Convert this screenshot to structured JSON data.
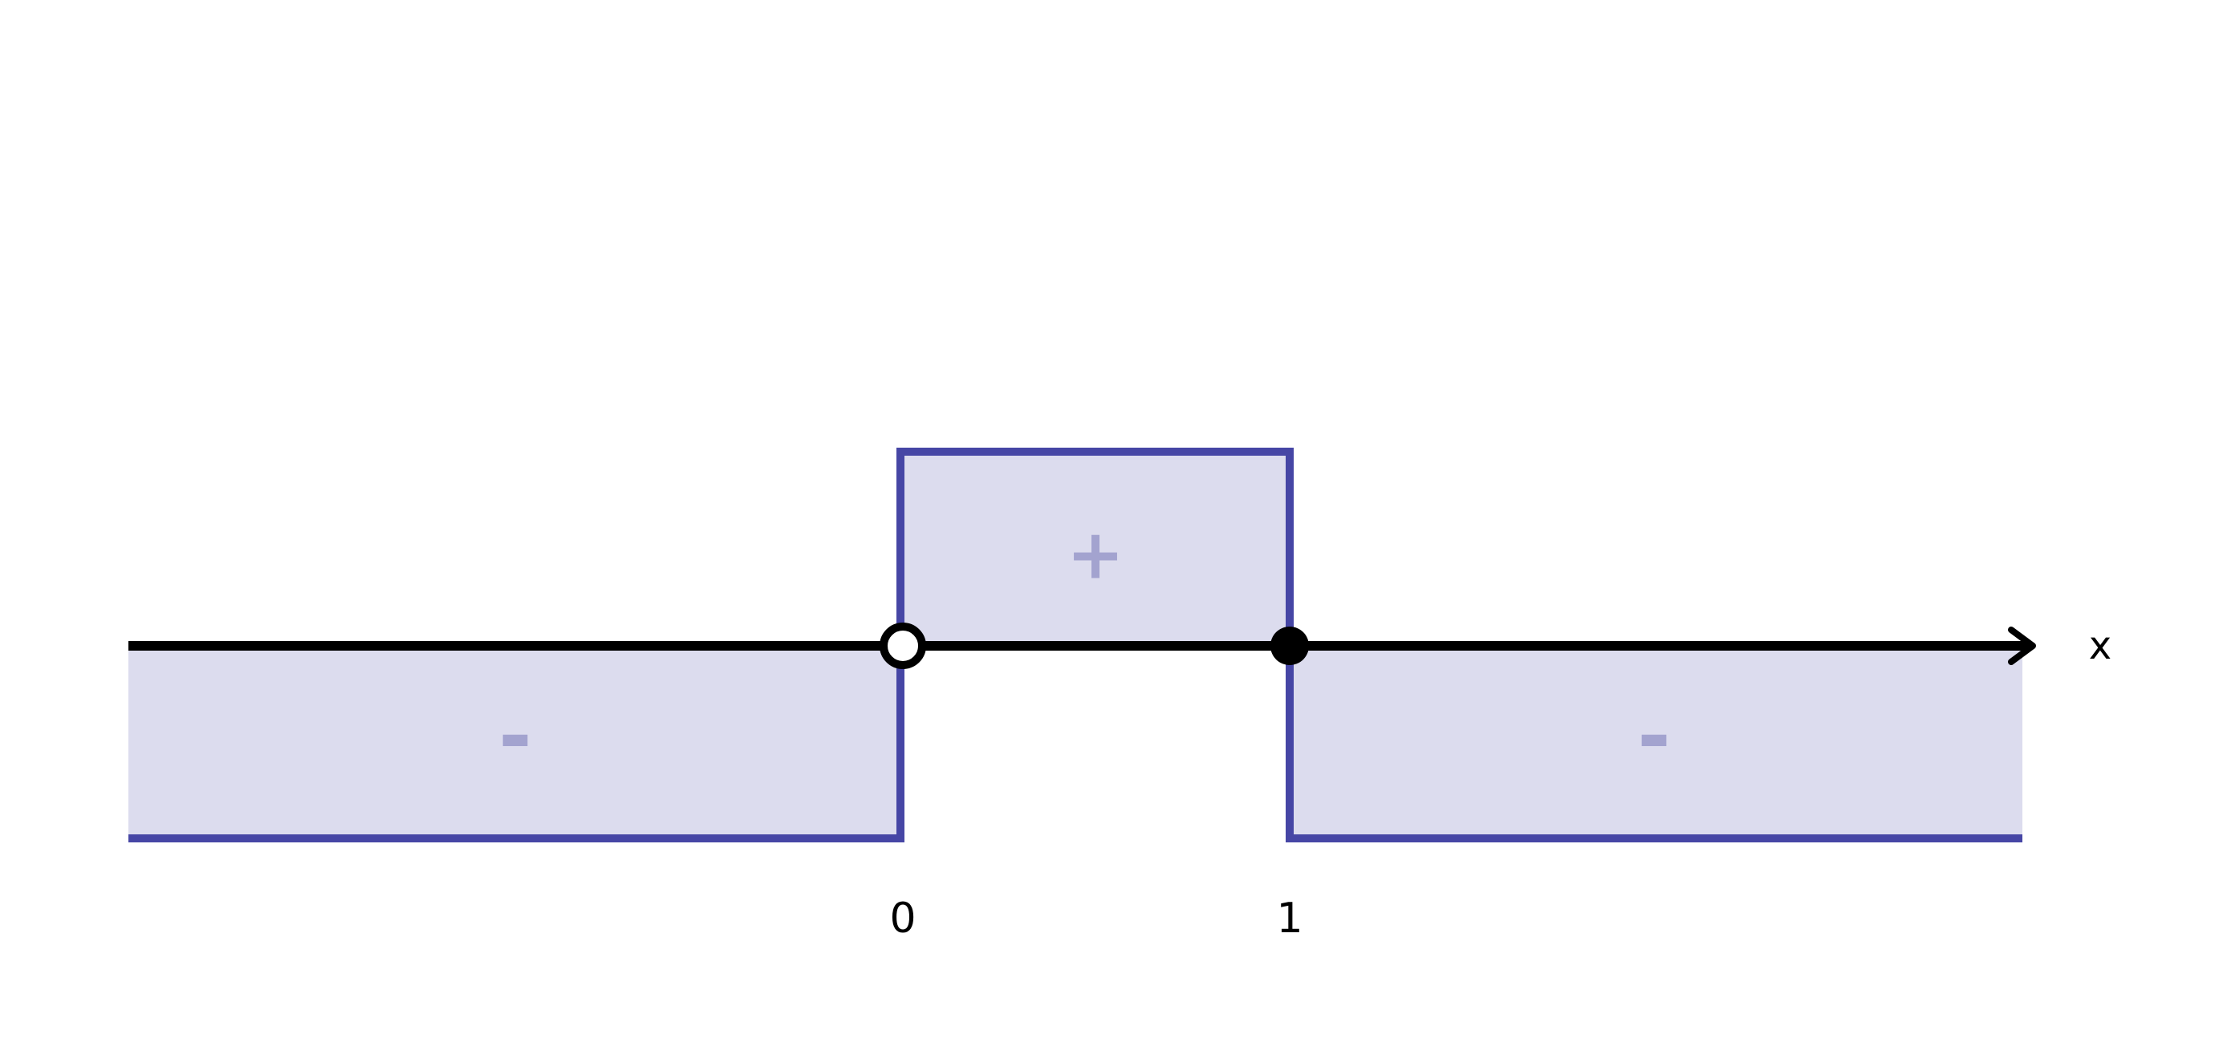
{
  "axis": {
    "label": "x",
    "points": [
      {
        "value": 0,
        "label": "0",
        "marker": "open"
      },
      {
        "value": 1,
        "label": "1",
        "marker": "closed"
      }
    ]
  },
  "intervals": [
    {
      "sign": "-",
      "from": "-inf",
      "to": 0
    },
    {
      "sign": "+",
      "from": 0,
      "to": 1
    },
    {
      "sign": "-",
      "from": 1,
      "to": "+inf"
    }
  ],
  "colors": {
    "outline": "#4646a5",
    "fill": "#dcdcee",
    "sign": "#a3a3cf",
    "axis": "#000000"
  }
}
